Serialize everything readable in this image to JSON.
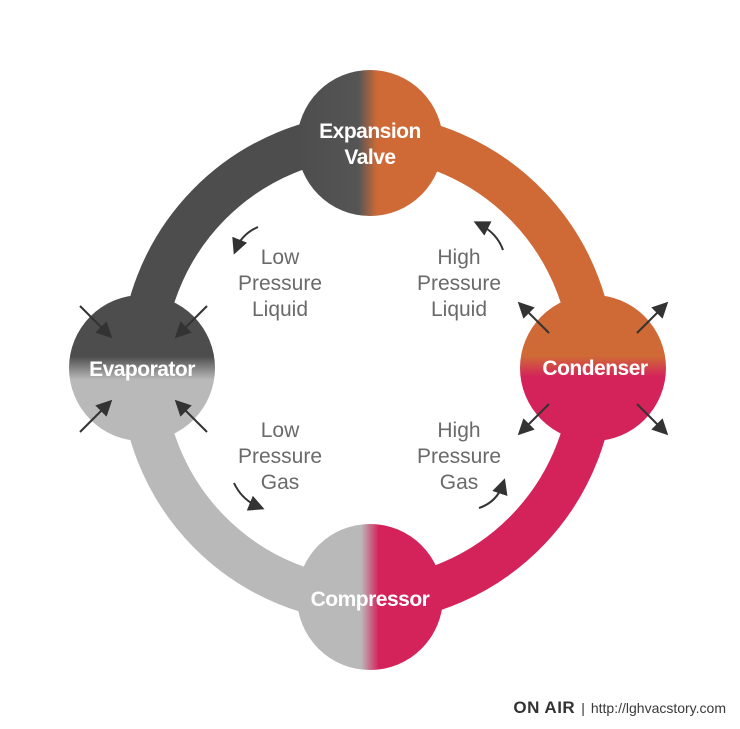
{
  "components": {
    "expansion_valve": {
      "line1": "Expansion",
      "line2": "Valve"
    },
    "condenser": {
      "label": "Condenser"
    },
    "compressor": {
      "label": "Compressor"
    },
    "evaporator": {
      "label": "Evaporator"
    }
  },
  "states": {
    "low_pressure_liquid": [
      "Low",
      "Pressure",
      "Liquid"
    ],
    "high_pressure_liquid": [
      "High",
      "Pressure",
      "Liquid"
    ],
    "low_pressure_gas": [
      "Low",
      "Pressure",
      "Gas"
    ],
    "high_pressure_gas": [
      "High",
      "Pressure",
      "Gas"
    ]
  },
  "footer": {
    "brand": "ON AIR",
    "separator": "|",
    "url": "http://lghvacstory.com"
  },
  "colors": {
    "dark_gray": "#4d4d4d",
    "orange": "#cf6a37",
    "crimson": "#d4225a",
    "light_gray": "#b9b9b9",
    "arrow": "#333333",
    "text_gray": "#6a6a6a"
  }
}
